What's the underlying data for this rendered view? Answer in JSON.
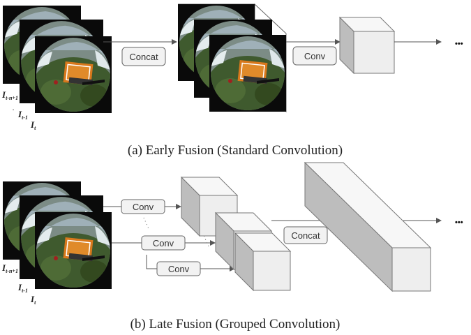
{
  "panel_a": {
    "caption": "(a) Early Fusion (Standard Convolution)",
    "concat_label": "Concat",
    "conv_label": "Conv",
    "ellipsis": "•••",
    "frame_labels": {
      "first": "I",
      "first_sub": "t-n+1",
      "second": "I",
      "second_sub": "t-1",
      "third": "I",
      "third_sub": "t"
    }
  },
  "panel_b": {
    "caption": "(b) Late Fusion (Grouped Convolution)",
    "conv_labels": [
      "Conv",
      "Conv",
      "Conv"
    ],
    "concat_label": "Concat",
    "ellipsis": "•••",
    "frame_labels": {
      "first": "I",
      "first_sub": "t-n+1",
      "second": "I",
      "second_sub": "t-1",
      "third": "I",
      "third_sub": "t"
    }
  },
  "colors": {
    "line": "#555555",
    "box_fill": "#f2f2f2",
    "box_stroke": "#666666",
    "cube_front": "#eeeeee",
    "cube_top": "#f7f7f7",
    "cube_side": "#bdbdbd",
    "fisheye_outer": "#0a0a0a",
    "fisheye_sky": "#9fb0b8",
    "fisheye_grass": "#3f5a2e",
    "vehicle_orange": "#d8781c"
  }
}
